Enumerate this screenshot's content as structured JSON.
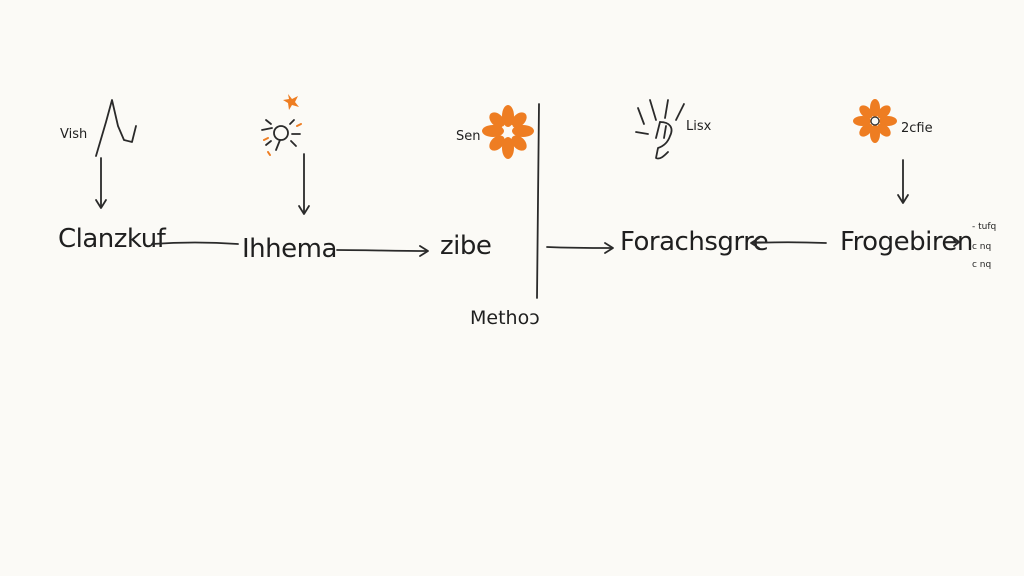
{
  "colors": {
    "ink": "#1f1f1f",
    "accent": "#ee7d22",
    "paper": "#fbfaf6"
  },
  "nodes": {
    "clanzkuf": "Clanzkuf",
    "thema": "Ihhema",
    "zibe": "zibe",
    "methods": "Methoɔ",
    "forachsgrre": "Forachsgrre",
    "frogebiren": "Frogebiren"
  },
  "annotations": {
    "vish": "Vish",
    "sen": "Sen",
    "lisx": "Lisx",
    "zfie": "2cfie",
    "side_1": "- tufq",
    "side_2": "c  nq",
    "side_3": "c  nq"
  },
  "icons": {
    "peak_doodle": "peak-sketch-icon",
    "dizzy_head": "dizzy-head-icon",
    "orange_flower_1": "flower-icon",
    "hand_cue": "hand-icon",
    "orange_flower_2": "flower-icon"
  }
}
